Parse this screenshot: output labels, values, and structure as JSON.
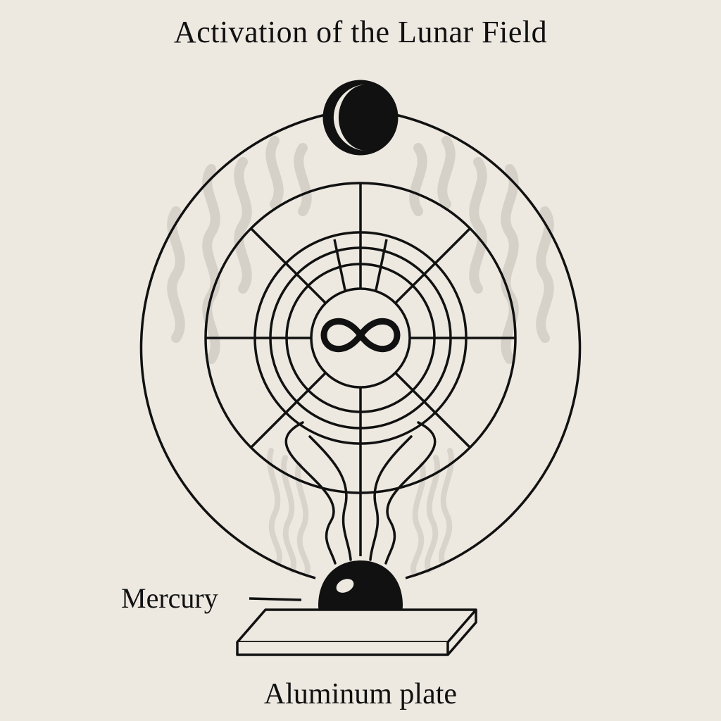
{
  "diagram": {
    "title": "Activation of the Lunar Field",
    "labels": {
      "mercury": "Mercury",
      "aluminum_plate": "Aluminum plate"
    },
    "symbols": {
      "moon": "crescent-moon-icon",
      "center": "infinity-icon"
    },
    "colors": {
      "background": "#ede9e1",
      "ink": "#111111",
      "faint": "#c9c5bd"
    }
  }
}
